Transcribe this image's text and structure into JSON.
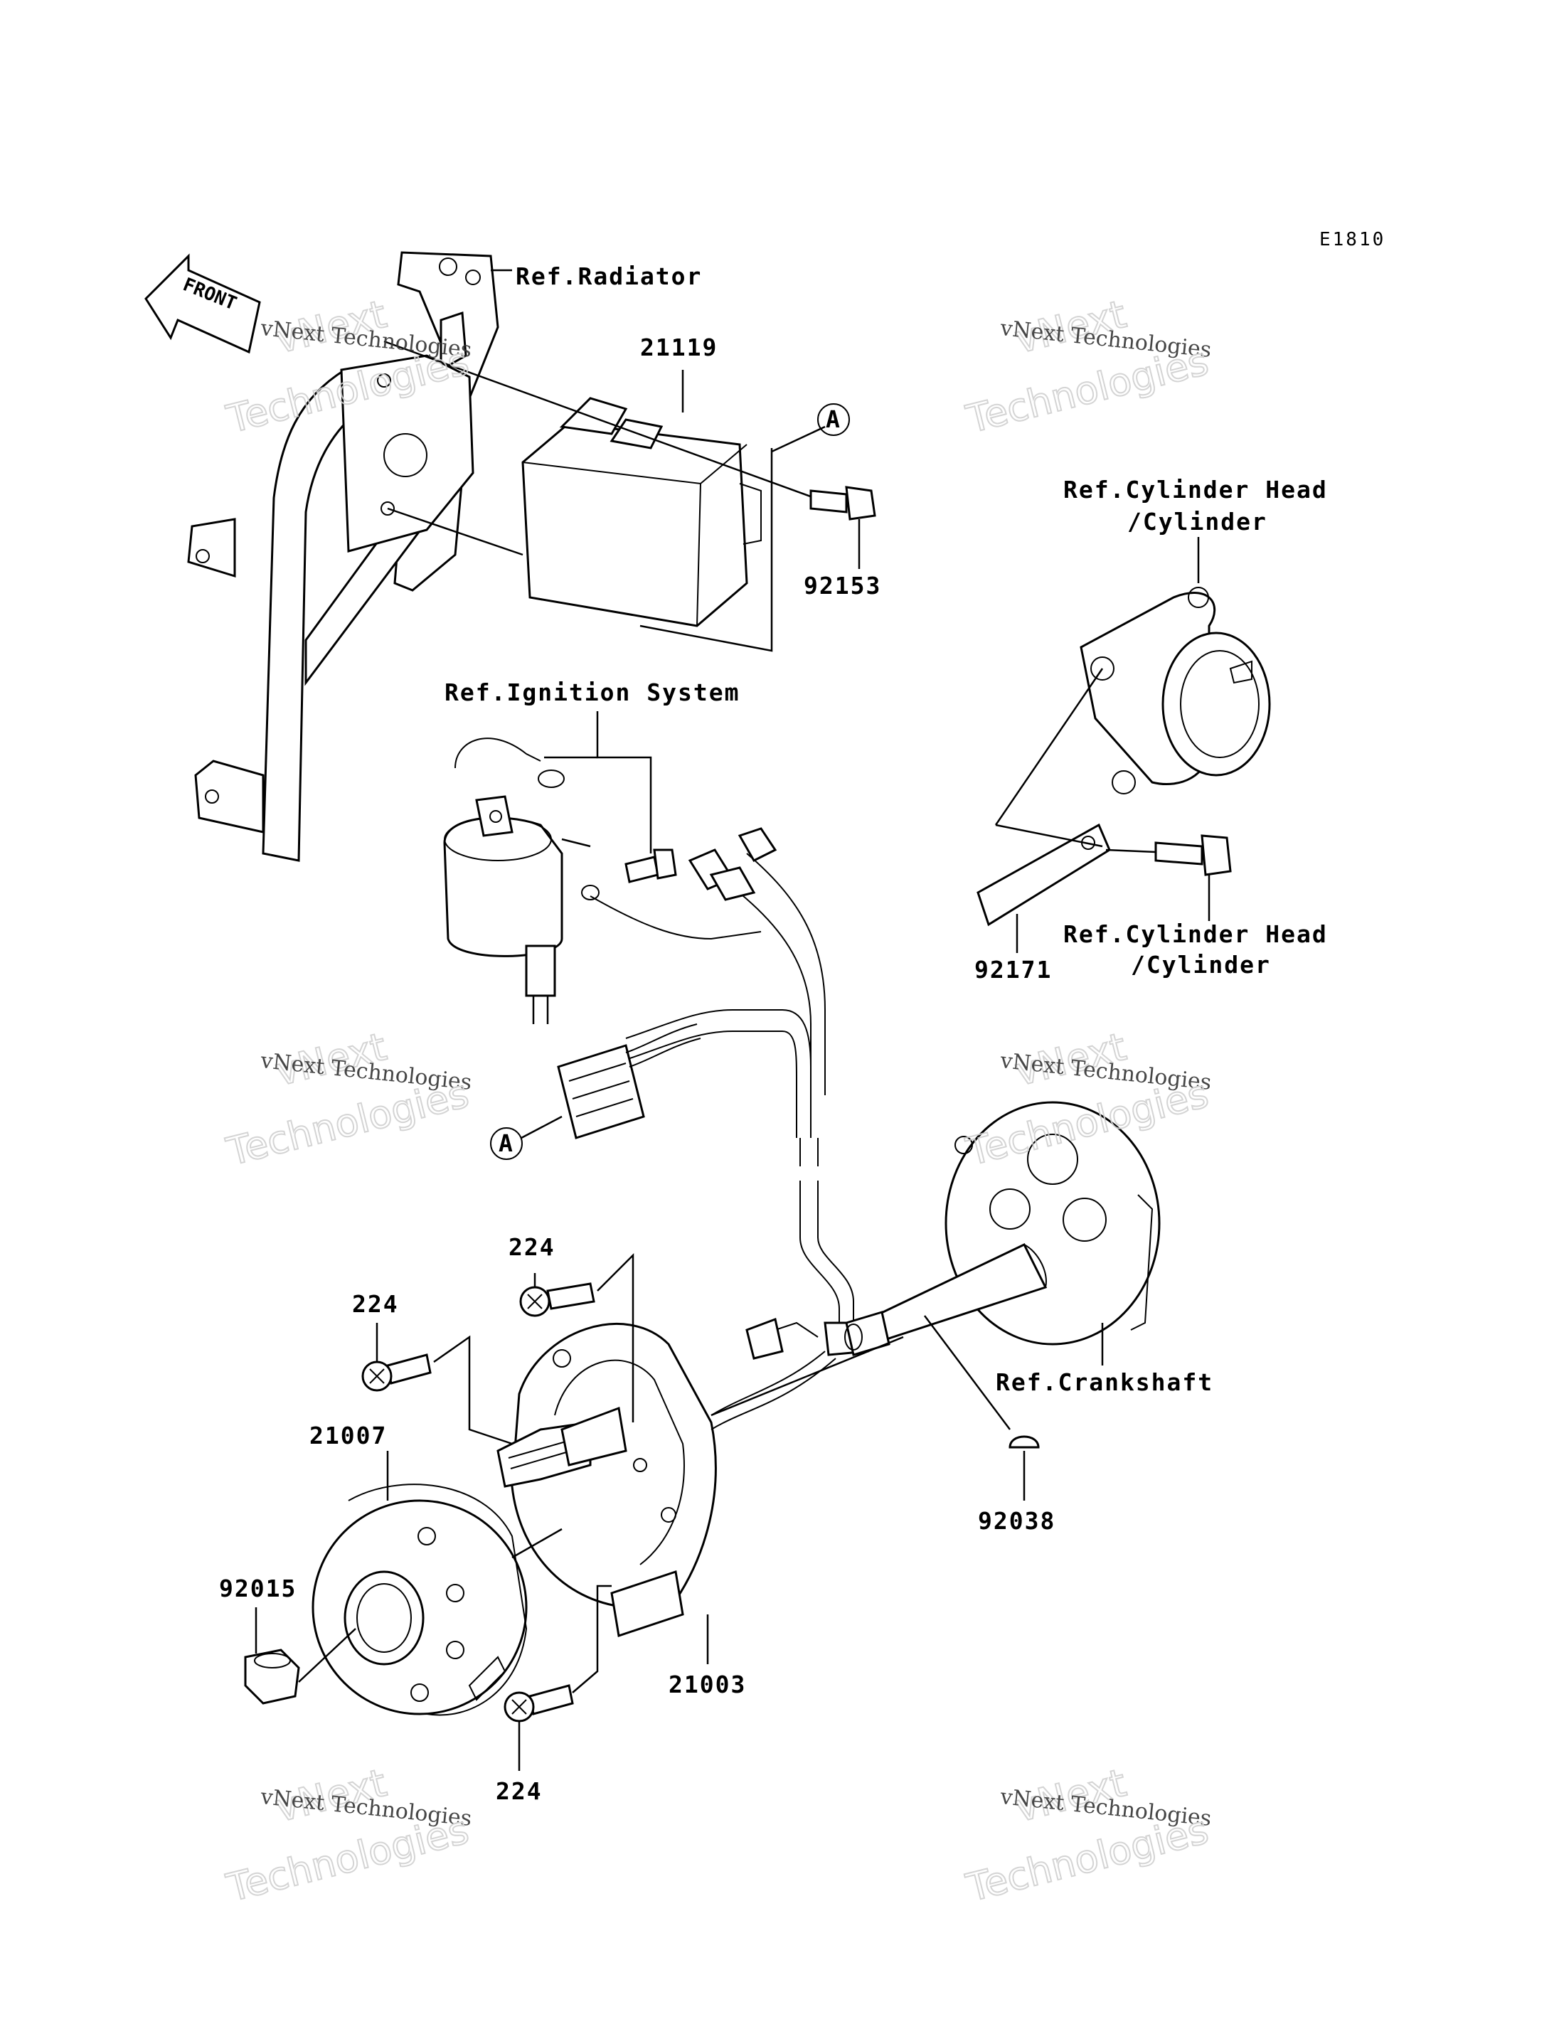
{
  "diagram_code": "E1810",
  "front_label": "FRONT",
  "refs": {
    "radiator": "Ref.Radiator",
    "ignition_system": "Ref.Ignition System",
    "cylinder_head_top": [
      "Ref.Cylinder Head",
      "/Cylinder"
    ],
    "cylinder_head_bottom": [
      "Ref.Cylinder Head",
      "/Cylinder"
    ],
    "crankshaft": "Ref.Crankshaft"
  },
  "callout_a": "A",
  "parts": {
    "p21119": "21119",
    "p92153": "92153",
    "p92171": "92171",
    "p224_top": "224",
    "p224_left": "224",
    "p224_bottom": "224",
    "p21007": "21007",
    "p92015": "92015",
    "p21003": "21003",
    "p92038": "92038"
  },
  "watermark": {
    "line1": "vNext",
    "line2": "vNext Technologies",
    "line3": "Technologies"
  }
}
